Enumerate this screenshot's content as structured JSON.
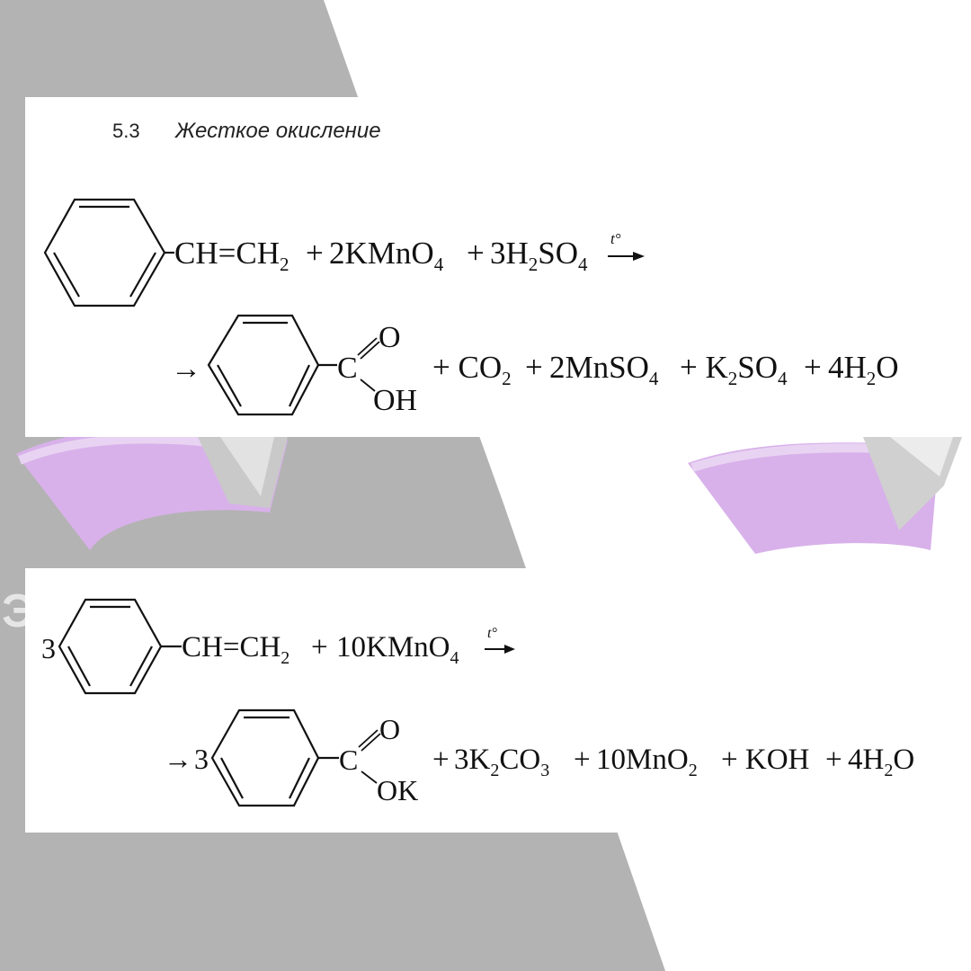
{
  "section": {
    "number": "5.3",
    "title": "Жесткое окисление"
  },
  "reaction_acidic": {
    "reactant_group": "CH=CH",
    "reactant_group_sub": "2",
    "kmno4_coef": "2",
    "h2so4_coef": "3",
    "condition": "t°",
    "acid_group_c": "C",
    "acid_group_o": "O",
    "acid_group_oh": "OH",
    "mnso4_coef": "2",
    "water_coef": "4"
  },
  "reaction_neutral": {
    "reactant_coef": "3",
    "reactant_group": "CH=CH",
    "reactant_group_sub": "2",
    "kmno4_coef": "10",
    "condition": "t°",
    "product_coef": "3",
    "salt_group_c": "C",
    "salt_group_o": "O",
    "salt_group_ok": "OK",
    "k2co3_coef": "3",
    "mno2_coef": "10",
    "water_coef": "4"
  },
  "colors": {
    "gray_band": "#b3b3b3",
    "book_violet": "#d8b1ea",
    "page_gray": "#c4c4c4"
  }
}
